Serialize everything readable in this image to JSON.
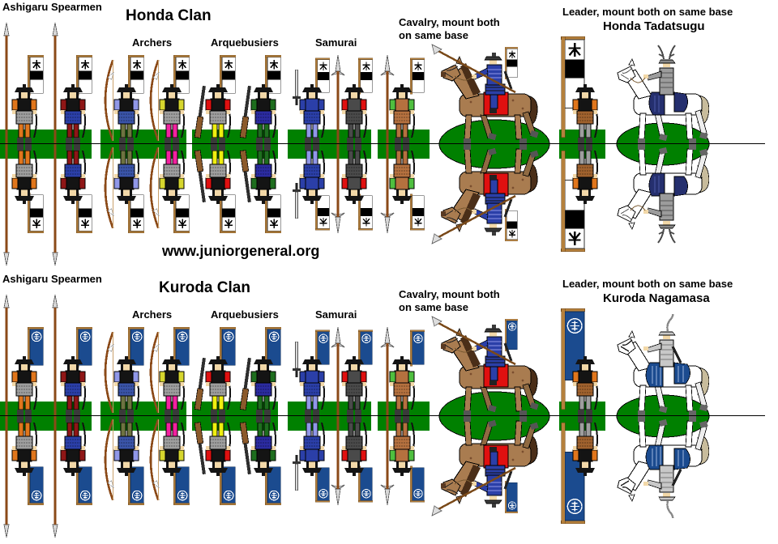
{
  "page": {
    "site_url": "www.juniorgeneral.org"
  },
  "palette": {
    "base_green": "#008000",
    "honda_banner_bg": "#FFFFFF",
    "honda_banner_emblem": "#000000",
    "kuroda_banner_bg": "#1B4B8F",
    "kuroda_banner_emblem": "#FFFFFF",
    "banner_pole_tan": "#B5803C",
    "war_horse_brown": "#A97C50",
    "leader_horse_white": "#FFFFFF",
    "saddle_cloth_red": "#E01010"
  },
  "sections": [
    {
      "clan": "Honda",
      "title": "Honda Clan",
      "leader_name": "Honda Tadatsugu",
      "labels": {
        "spearmen": "Ashigaru Spearmen",
        "archers": "Archers",
        "arquebusiers": "Arquebusiers",
        "samurai": "Samurai",
        "cavalry_note": "Cavalry, mount both\non same base",
        "leader_note": "Leader, mount both on same base"
      },
      "units": [
        {
          "type": "ashigaru-spearmen",
          "count": 2
        },
        {
          "type": "archers",
          "count": 2
        },
        {
          "type": "arquebusiers",
          "count": 2
        },
        {
          "type": "samurai",
          "count": 3
        },
        {
          "type": "cavalry",
          "count": 1
        },
        {
          "type": "standard-bearer",
          "count": 1
        },
        {
          "type": "mounted-leader",
          "count": 1
        }
      ]
    },
    {
      "clan": "Kuroda",
      "title": "Kuroda Clan",
      "leader_name": "Kuroda Nagamasa",
      "labels": {
        "spearmen": "Ashigaru Spearmen",
        "archers": "Archers",
        "arquebusiers": "Arquebusiers",
        "samurai": "Samurai",
        "cavalry_note": "Cavalry, mount both\non same base",
        "leader_note": "Leader, mount both on same base"
      },
      "units": [
        {
          "type": "ashigaru-spearmen",
          "count": 2
        },
        {
          "type": "archers",
          "count": 2
        },
        {
          "type": "arquebusiers",
          "count": 2
        },
        {
          "type": "samurai",
          "count": 3
        },
        {
          "type": "cavalry",
          "count": 1
        },
        {
          "type": "standard-bearer",
          "count": 1
        },
        {
          "type": "mounted-leader",
          "count": 1
        }
      ]
    }
  ]
}
